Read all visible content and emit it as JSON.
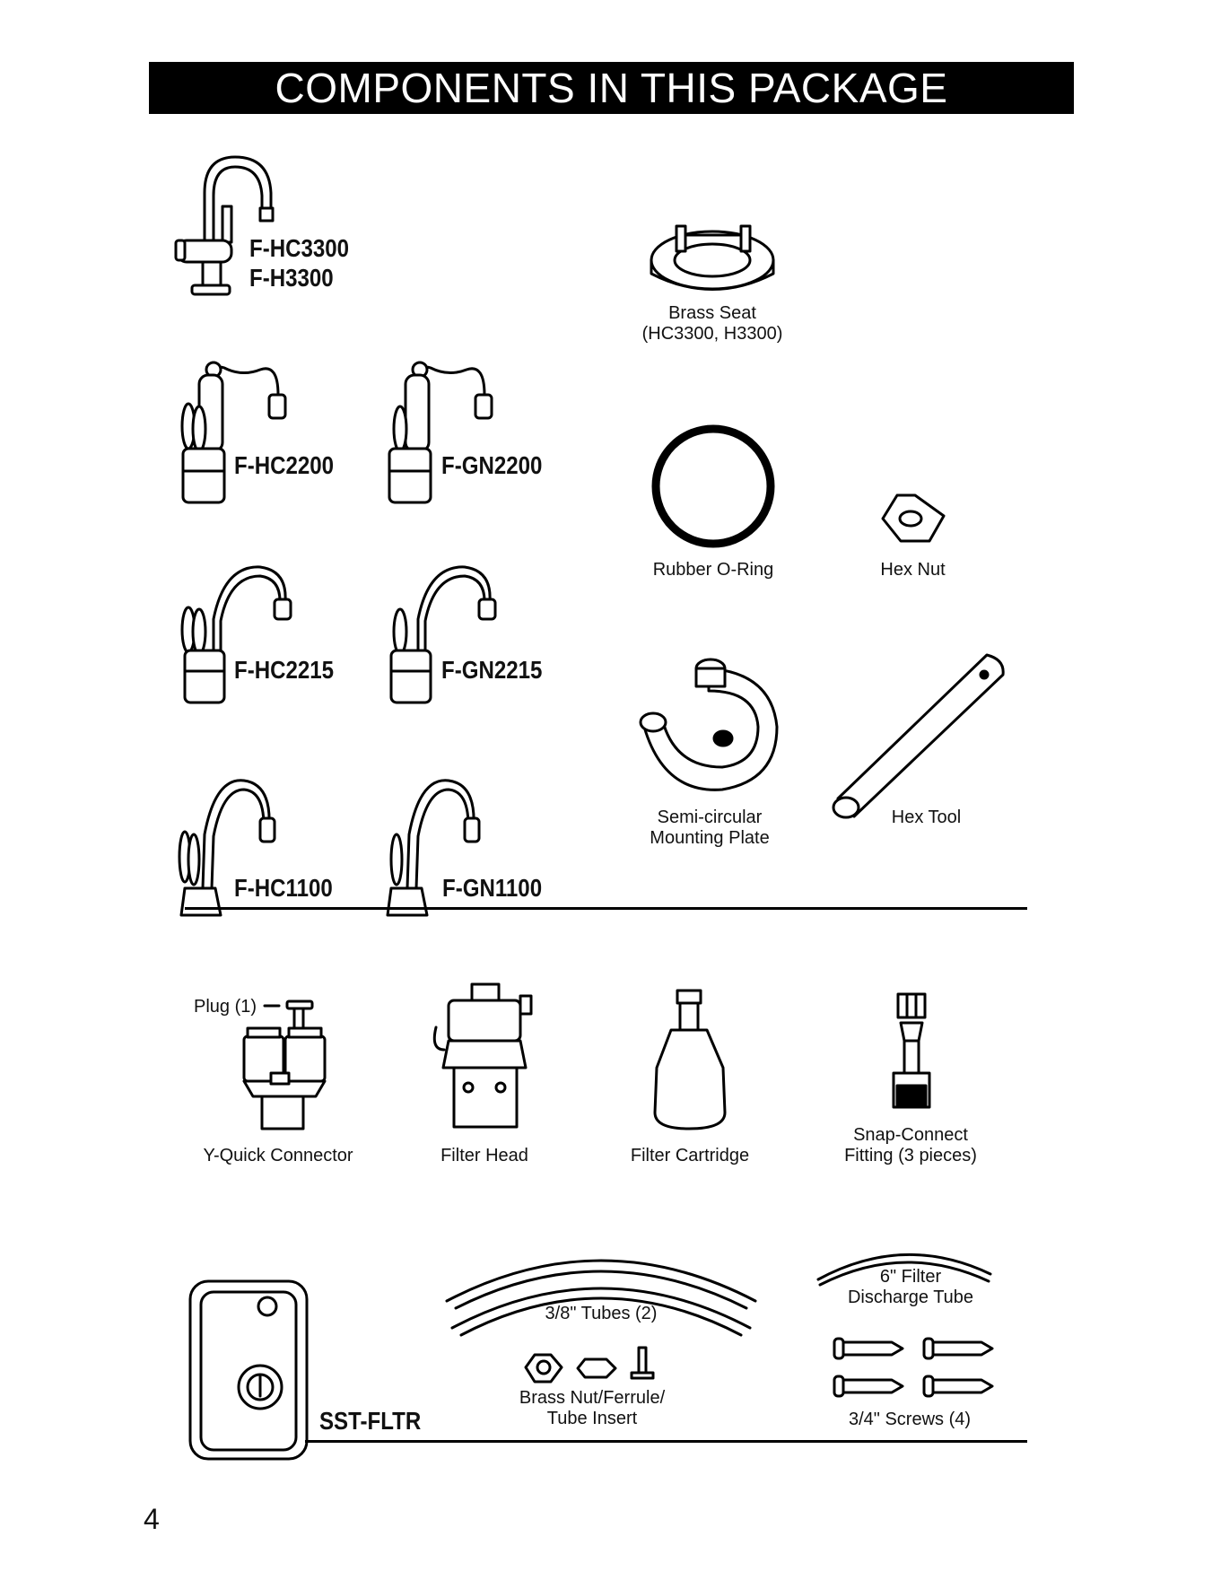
{
  "header": {
    "title": "COMPONENTS IN THIS PACKAGE"
  },
  "faucets": {
    "hc3300": "F-HC3300",
    "h3300": "F-H3300",
    "hc2200": "F-HC2200",
    "gn2200": "F-GN2200",
    "hc2215": "F-HC2215",
    "gn2215": "F-GN2215",
    "hc1100": "F-HC1100",
    "gn1100": "F-GN1100"
  },
  "parts": {
    "brass_seat_line1": "Brass Seat",
    "brass_seat_line2": "(HC3300, H3300)",
    "o_ring": "Rubber O-Ring",
    "hex_nut": "Hex Nut",
    "mounting_plate_line1": "Semi-circular",
    "mounting_plate_line2": "Mounting Plate",
    "hex_tool": "Hex Tool",
    "plug": "Plug (1)",
    "y_connector": "Y-Quick Connector",
    "filter_head": "Filter Head",
    "filter_cartridge": "Filter Cartridge",
    "snap_fitting_line1": "Snap-Connect",
    "snap_fitting_line2": "Fitting (3 pieces)",
    "tank_model": "SST-FLTR",
    "tubes": "3/8\" Tubes (2)",
    "nut_ferrule_line1": "Brass Nut/Ferrule/",
    "nut_ferrule_line2": "Tube Insert",
    "discharge_tube_line1": "6\" Filter",
    "discharge_tube_line2": "Discharge Tube",
    "screws": "3/4\" Screws (4)"
  },
  "page_number": "4"
}
